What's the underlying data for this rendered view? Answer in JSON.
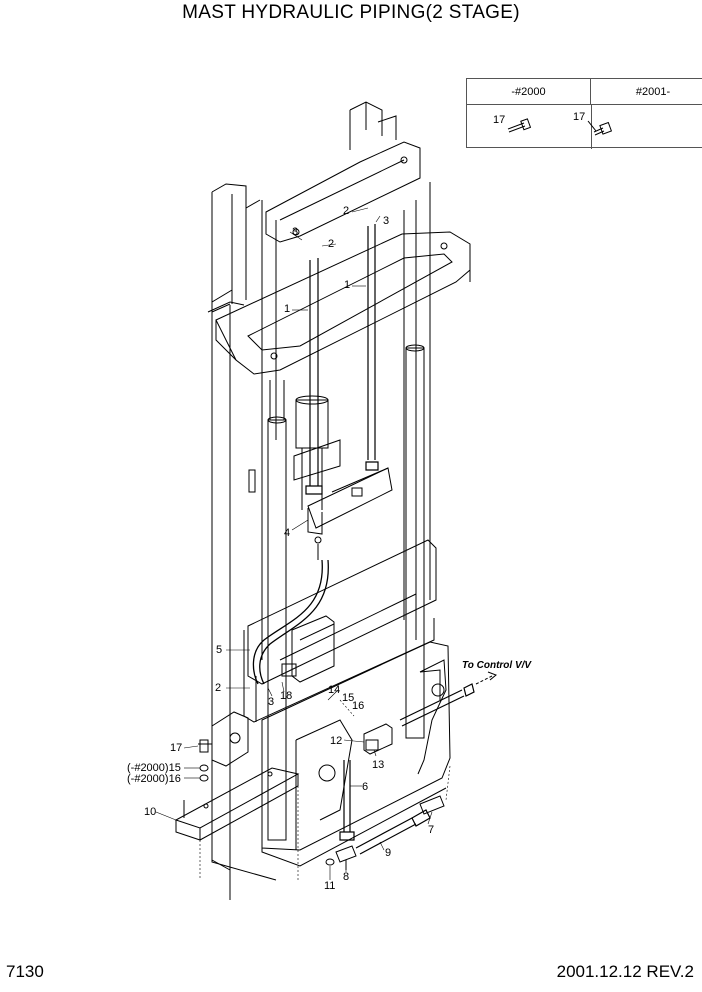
{
  "title": "MAST HYDRAULIC PIPING(2 STAGE)",
  "page_number": "7130",
  "revision": "2001.12.12 REV.2",
  "version_table": {
    "col_before": "-#2000",
    "col_after": "#2001-",
    "part_before": "17",
    "part_after": "17"
  },
  "direction_note": "To Control V/V",
  "callouts": {
    "c1a": "1",
    "c1b": "1",
    "c2a": "2",
    "c2b": "2",
    "c2c": "2",
    "c3a": "3",
    "c3b": "3",
    "c3c": "3",
    "c4": "4",
    "c5": "5",
    "c6": "6",
    "c7": "7",
    "c8": "8",
    "c9": "9",
    "c10": "10",
    "c11": "11",
    "c12": "12",
    "c13": "13",
    "c14": "14",
    "c15": "15",
    "c16": "16",
    "c17": "17",
    "c18": "18",
    "c15v": "(-#2000)15",
    "c16v": "(-#2000)16"
  }
}
